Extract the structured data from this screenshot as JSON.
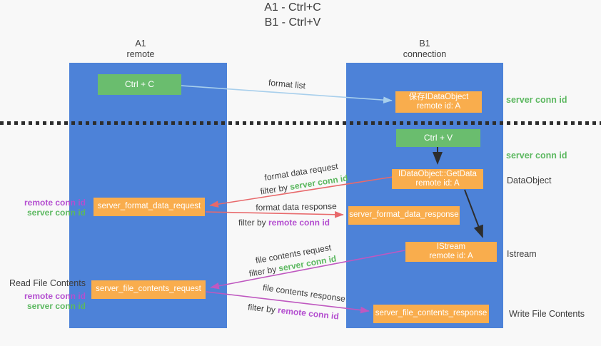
{
  "title": {
    "line1": "A1 - Ctrl+C",
    "line2": "B1 - Ctrl+V"
  },
  "lanes": {
    "left": {
      "name": "A1",
      "role": "remote"
    },
    "right": {
      "name": "B1",
      "role": "connection"
    }
  },
  "terms": {
    "filter_by": "filter by ",
    "server_conn_id": "server conn id",
    "remote_conn_id": "remote conn id"
  },
  "nodes": {
    "ctrl_c": {
      "label": "Ctrl + C"
    },
    "save_idataobject": {
      "line1": "保存IDataObject",
      "line2": "remote id: A"
    },
    "ctrl_v": {
      "label": "Ctrl + V"
    },
    "getdata": {
      "line1": "IDataObject::GetData",
      "line2": "remote id: A"
    },
    "format_request": {
      "label": "server_format_data_request"
    },
    "format_response": {
      "label": "server_format_data_response"
    },
    "istream": {
      "line1": "IStream",
      "line2": "remote id: A"
    },
    "file_request": {
      "label": "server_file_contents_request"
    },
    "file_response": {
      "label": "server_file_contents_response"
    }
  },
  "edge_labels": {
    "format_list": "format list",
    "format_data_request": "format data request",
    "format_data_response": "format data response",
    "file_contents_request": "file contents request",
    "file_contents_response": "file contents response"
  },
  "side_labels": {
    "dataobject": "DataObject",
    "istream": "Istream",
    "read_file_contents": "Read File Contents",
    "write_file_contents": "Write File Contents"
  },
  "colors": {
    "lane_blue": "#4d82d8",
    "node_green": "#6abd6e",
    "node_orange": "#f9ad4d",
    "arrow_red": "#e8696b",
    "arrow_magenta": "#bf58c0",
    "arrow_light_blue": "#a8cfec",
    "arrow_black": "#2d2d2d",
    "text_green": "#5cb860",
    "text_purple": "#b44fd0",
    "text_dark": "#3d3d3d",
    "background": "#f8f8f8"
  }
}
